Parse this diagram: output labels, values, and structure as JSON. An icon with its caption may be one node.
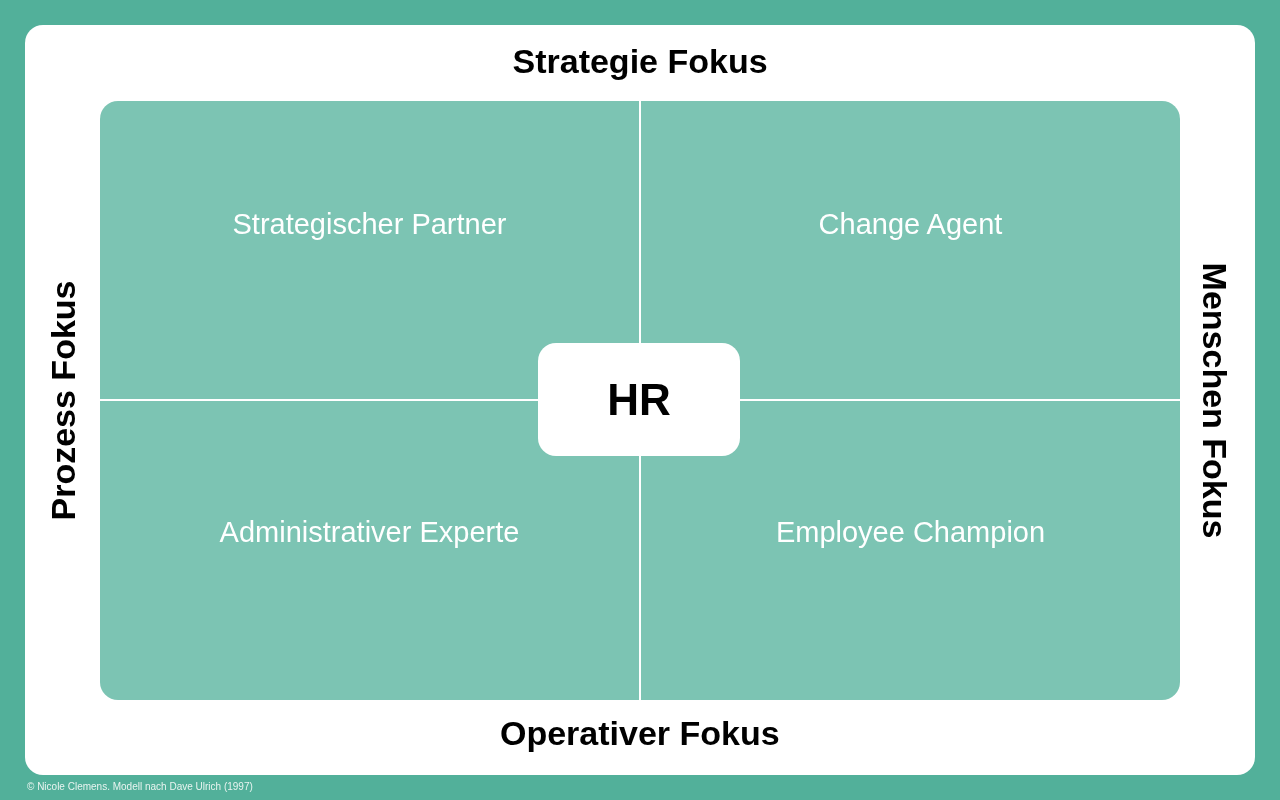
{
  "diagram": {
    "caption": "© Nicole Clemens. Modell nach Dave Ulrich (1997)",
    "nodes": [
      {
        "text": [
          "Strategischer Partner"
        ]
      },
      {
        "text": [
          "Change Agent"
        ]
      },
      {
        "text": [
          "Administrativer Experte"
        ]
      },
      {
        "text": [
          "Employee Champion"
        ]
      },
      {
        "text": [
          "HR"
        ]
      }
    ],
    "labels": [
      "Strategie Fokus",
      "Prozess Fokus",
      "Menschen Fokus",
      "Operativer Fokus"
    ]
  }
}
